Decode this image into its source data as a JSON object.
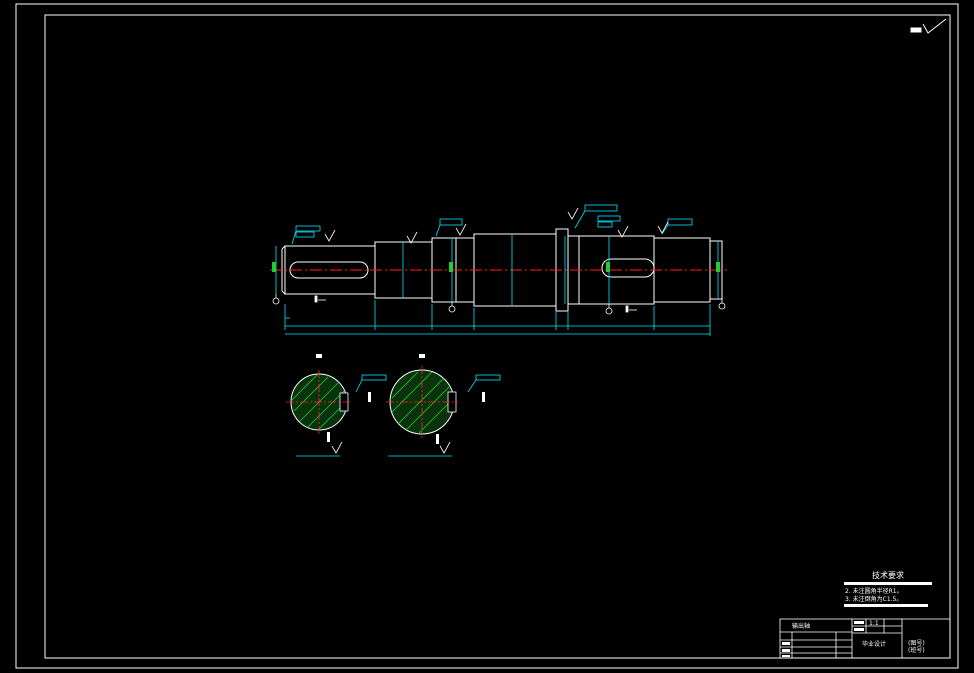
{
  "colors": {
    "background": "#000000",
    "outline": "#ffffff",
    "dimension": "#00e5ff",
    "centerline": "#ff2020",
    "hatch": "#22cc33",
    "text": "#ffffff"
  },
  "tech_requirements": {
    "title": "技术要求",
    "items": [
      "2. 未注圆角半径R1。",
      "3. 未注倒角为C1.5。"
    ]
  },
  "title_block": {
    "part_name": "输出轴",
    "design_label": "毕业设计",
    "scale_label": "(图号)",
    "sheet_label": "(班号)",
    "quantity": "1:1"
  }
}
